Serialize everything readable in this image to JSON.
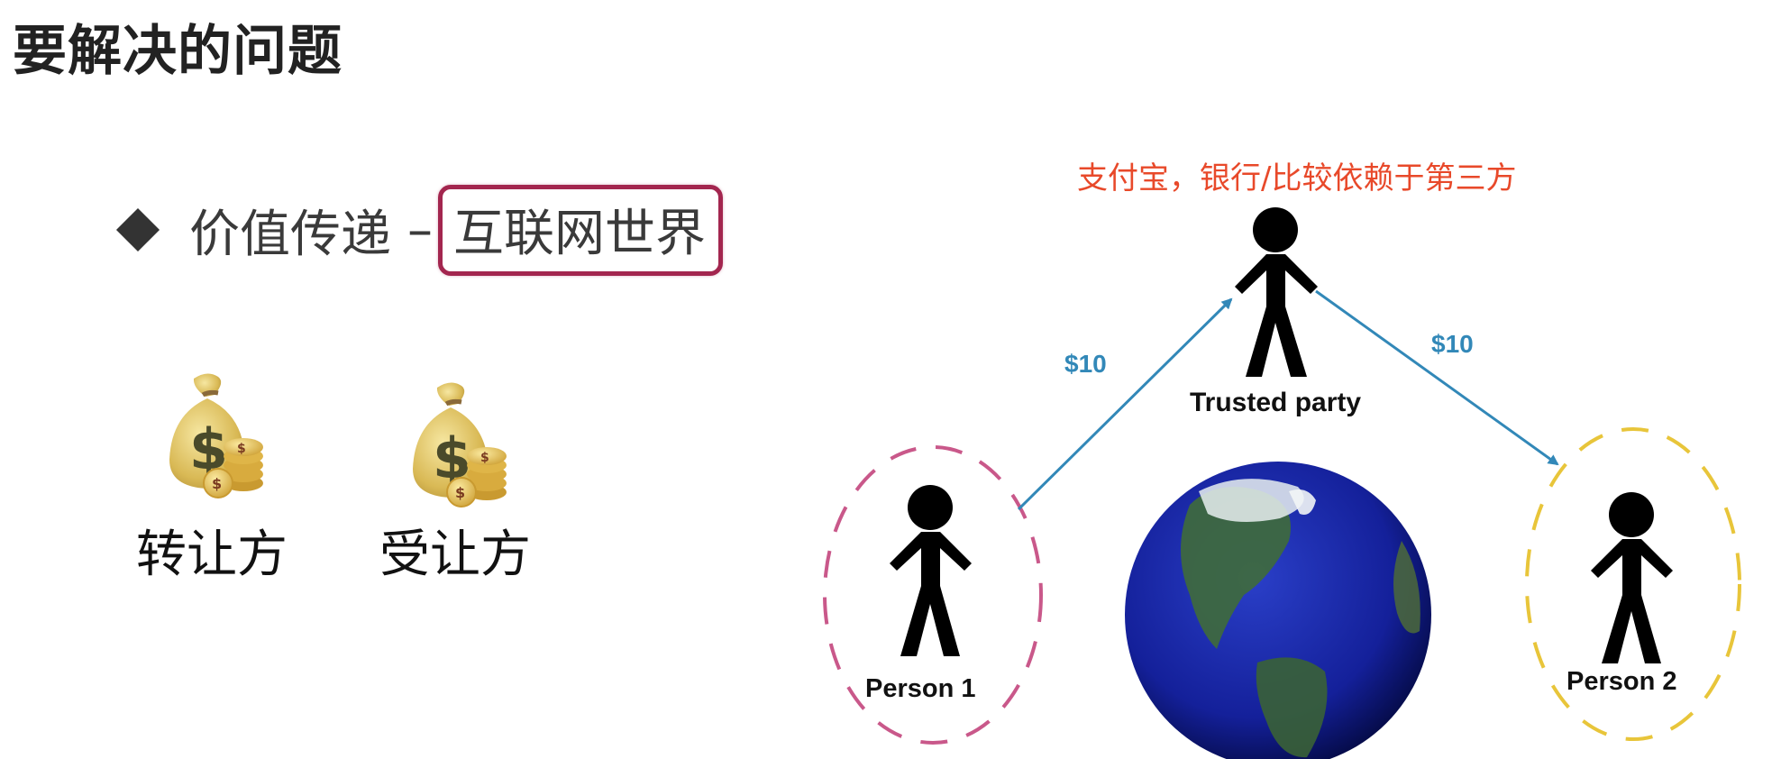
{
  "slide": {
    "title": "要解决的问题",
    "bullet": {
      "icon": "diamond-bullet-icon",
      "text": "价值传递",
      "separator": "–",
      "highlight": "互联网世界",
      "highlight_border_color": "#a3264f"
    },
    "parties": [
      {
        "icon": "money-bag-icon",
        "label": "转让方"
      },
      {
        "icon": "money-bag-icon",
        "label": "受让方"
      }
    ],
    "note": {
      "text": "支付宝，银行/比较依赖于第三方",
      "color": "#e8492a"
    }
  },
  "diagram": {
    "trusted_party": {
      "label": "Trusted party"
    },
    "person1": {
      "label": "Person 1",
      "ellipse_color": "#c9588a"
    },
    "person2": {
      "label": "Person 2",
      "ellipse_color": "#e8c53a"
    },
    "arrows": [
      {
        "from": "Person 1",
        "to": "Trusted party",
        "amount": "$10"
      },
      {
        "from": "Trusted party",
        "to": "Person 2",
        "amount": "$10"
      }
    ],
    "arrow_color": "#3288b8",
    "center_image": "earth-globe-icon"
  }
}
